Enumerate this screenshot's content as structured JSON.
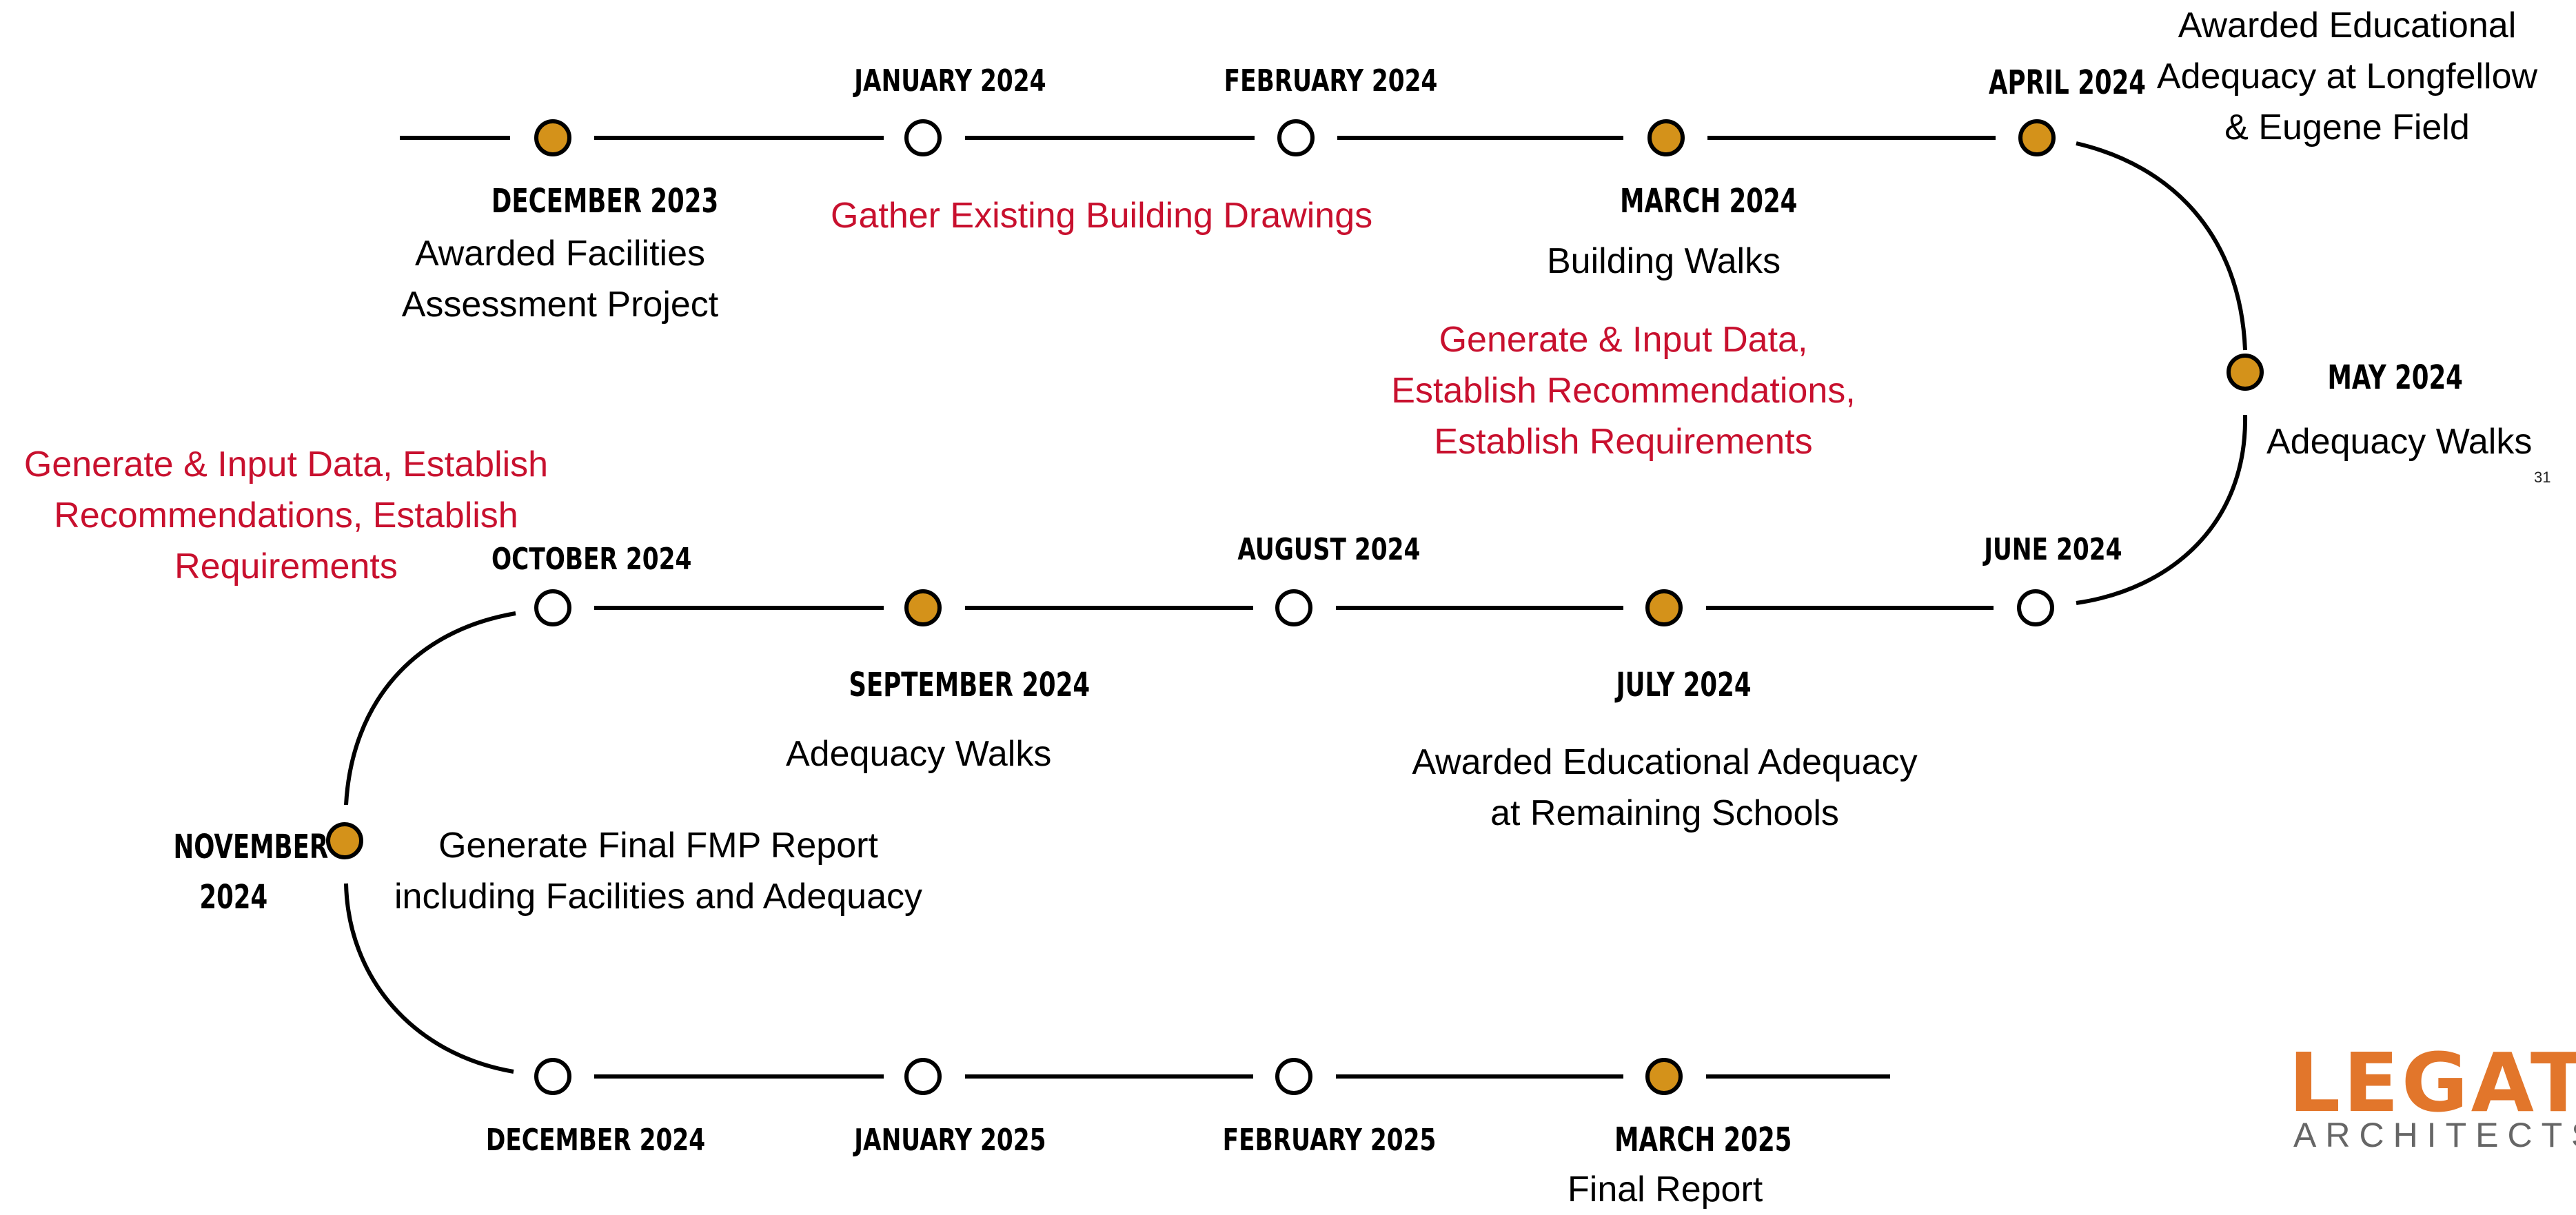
{
  "colors": {
    "line": "#000000",
    "milestone_fill": "#d4921a",
    "open_fill": "#ffffff",
    "highlight_text": "#c8102e",
    "logo_orange": "#e2762b",
    "logo_gray": "#666666"
  },
  "rows": {
    "top": [
      {
        "id": "dec-2023",
        "month": "DECEMBER 2023",
        "filled": true
      },
      {
        "id": "jan-2024",
        "month": "JANUARY 2024",
        "filled": false
      },
      {
        "id": "feb-2024",
        "month": "FEBRUARY 2024",
        "filled": false
      },
      {
        "id": "mar-2024",
        "month": "MARCH 2024",
        "filled": true
      },
      {
        "id": "apr-2024",
        "month": "APRIL 2024",
        "filled": true
      }
    ],
    "right_curve": [
      {
        "id": "may-2024",
        "month": "MAY 2024",
        "filled": true
      }
    ],
    "middle": [
      {
        "id": "oct-2024",
        "month": "OCTOBER 2024",
        "filled": false
      },
      {
        "id": "sep-2024",
        "month": "SEPTEMBER 2024",
        "filled": true
      },
      {
        "id": "aug-2024",
        "month": "AUGUST 2024",
        "filled": false
      },
      {
        "id": "jul-2024",
        "month": "JULY 2024",
        "filled": true
      },
      {
        "id": "jun-2024",
        "month": "JUNE 2024",
        "filled": false
      }
    ],
    "left_curve": [
      {
        "id": "nov-2024",
        "month": "NOVEMBER 2024",
        "filled": true
      }
    ],
    "bottom": [
      {
        "id": "dec-2024",
        "month": "DECEMBER 2024",
        "filled": false
      },
      {
        "id": "jan-2025",
        "month": "JANUARY 2025",
        "filled": false
      },
      {
        "id": "feb-2025",
        "month": "FEBRUARY 2025",
        "filled": false
      },
      {
        "id": "mar-2025",
        "month": "MARCH 2025",
        "filled": true
      }
    ]
  },
  "months": {
    "dec_2023": "DECEMBER 2023",
    "jan_2024": "JANUARY 2024",
    "feb_2024": "FEBRUARY 2024",
    "mar_2024": "MARCH 2024",
    "apr_2024": "APRIL 2024",
    "may_2024": "MAY 2024",
    "jun_2024": "JUNE 2024",
    "jul_2024": "JULY 2024",
    "aug_2024": "AUGUST 2024",
    "sep_2024": "SEPTEMBER 2024",
    "oct_2024": "OCTOBER 2024",
    "nov_2024_line1": "NOVEMBER",
    "nov_2024_line2": "2024",
    "dec_2024": "DECEMBER 2024",
    "jan_2025": "JANUARY 2025",
    "feb_2025": "FEBRUARY 2025",
    "mar_2025": "MARCH 2025"
  },
  "events": {
    "dec_2023": [
      "Awarded Facilities",
      "Assessment Project"
    ],
    "jan_feb_2024": [
      "Gather Existing Building Drawings"
    ],
    "mar_2024_walks": [
      "Building Walks"
    ],
    "mar_2024_data": [
      "Generate & Input Data,",
      "Establish Recommendations,",
      "Establish Requirements"
    ],
    "apr_2024": [
      "Awarded Educational",
      "Adequacy at Longfellow",
      "& Eugene Field"
    ],
    "may_2024": [
      "Adequacy Walks"
    ],
    "oct_2024": [
      "Generate & Input Data, Establish",
      "Recommendations, Establish",
      "Requirements"
    ],
    "sep_2024": [
      "Adequacy Walks"
    ],
    "jul_2024": [
      "Awarded Educational Adequacy",
      "at Remaining Schools"
    ],
    "nov_2024": [
      "Generate Final FMP Report",
      "including Facilities and Adequacy"
    ],
    "mar_2025": [
      "Final Report"
    ]
  },
  "page_number": "31",
  "logo": {
    "main": "LEGAT",
    "sub": "ARCHITECTS"
  }
}
